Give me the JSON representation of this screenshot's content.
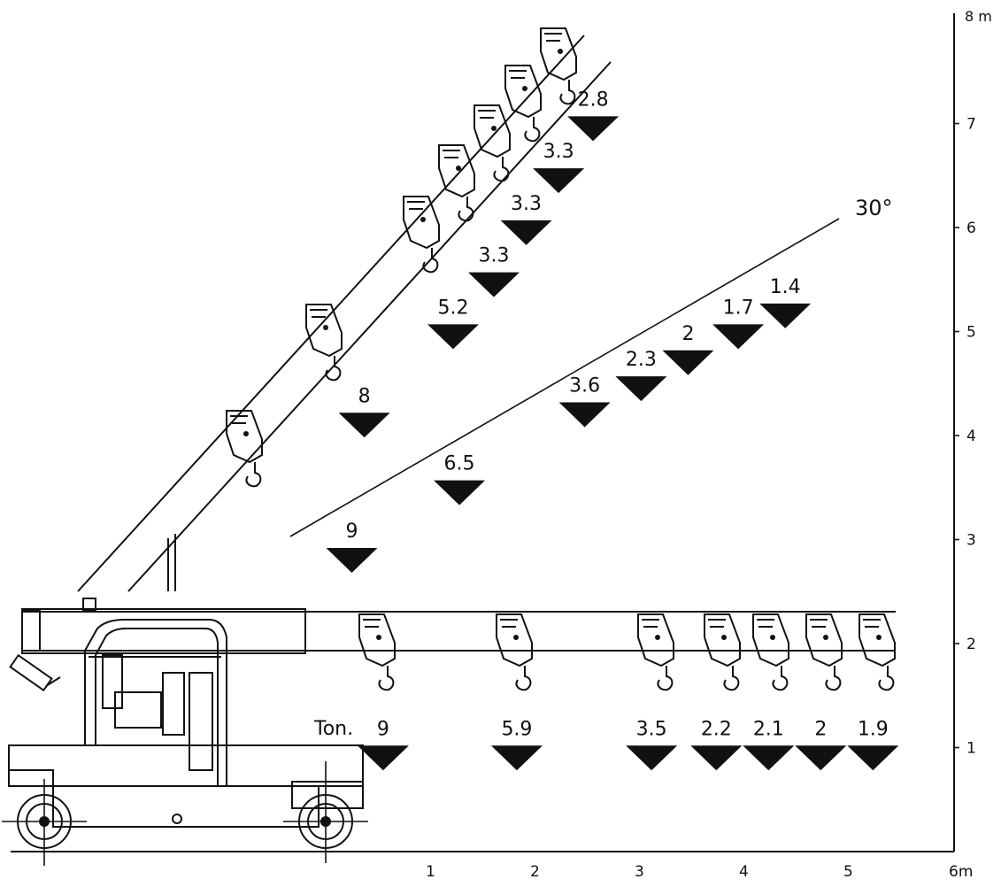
{
  "chart_data": {
    "type": "diagram",
    "x_axis": {
      "ticks": [
        "1",
        "2",
        "3",
        "4",
        "5"
      ],
      "end_label": "6m"
    },
    "y_axis": {
      "ticks": [
        "1",
        "2",
        "3",
        "4",
        "5",
        "6",
        "7"
      ],
      "end_label": "8 m"
    },
    "angle_label": "30°",
    "ton_label": "Ton.",
    "horizontal_loads": [
      {
        "x": 0.55,
        "y": 0.9,
        "value": "9"
      },
      {
        "x": 1.83,
        "y": 0.9,
        "value": "5.9"
      },
      {
        "x": 3.12,
        "y": 0.9,
        "value": "3.5"
      },
      {
        "x": 3.74,
        "y": 0.9,
        "value": "2.2"
      },
      {
        "x": 4.24,
        "y": 0.9,
        "value": "2.1"
      },
      {
        "x": 4.74,
        "y": 0.9,
        "value": "2"
      },
      {
        "x": 5.24,
        "y": 0.9,
        "value": "1.9"
      }
    ],
    "low_angle_loads": [
      {
        "x": 0.25,
        "y": 2.8,
        "value": "9"
      },
      {
        "x": 1.28,
        "y": 3.45,
        "value": "6.5"
      },
      {
        "x": 2.48,
        "y": 4.2,
        "value": "3.6"
      },
      {
        "x": 3.02,
        "y": 4.45,
        "value": "2.3"
      },
      {
        "x": 3.47,
        "y": 4.7,
        "value": "2"
      },
      {
        "x": 3.95,
        "y": 4.95,
        "value": "1.7"
      },
      {
        "x": 4.4,
        "y": 5.15,
        "value": "1.4"
      }
    ],
    "high_angle_loads": [
      {
        "x": 0.37,
        "y": 4.1,
        "value": "8"
      },
      {
        "x": 1.22,
        "y": 4.95,
        "value": "5.2"
      },
      {
        "x": 1.61,
        "y": 5.45,
        "value": "3.3"
      },
      {
        "x": 1.92,
        "y": 5.95,
        "value": "3.3"
      },
      {
        "x": 2.23,
        "y": 6.45,
        "value": "3.3"
      },
      {
        "x": 2.56,
        "y": 6.95,
        "value": "2.8"
      }
    ]
  }
}
